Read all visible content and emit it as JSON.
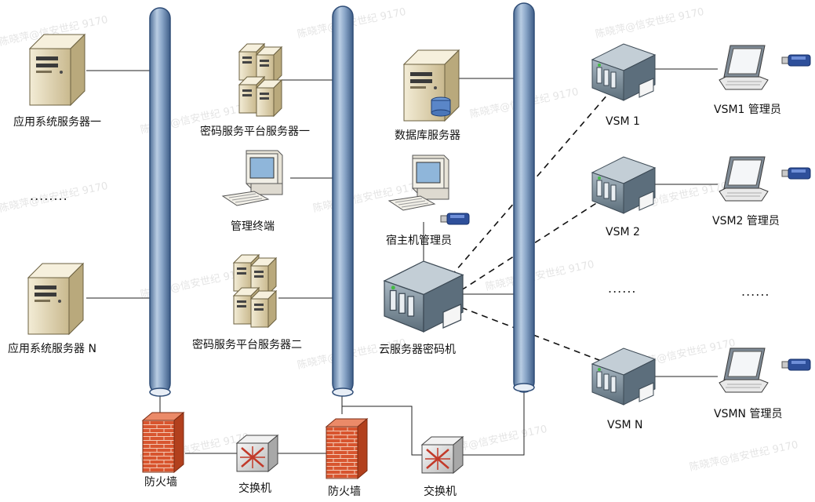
{
  "labels": {
    "app_server_1": "应用系统服务器一",
    "app_dots": "........",
    "app_server_n": "应用系统服务器 N",
    "crypto_server_1": "密码服务平台服务器一",
    "mgmt_terminal": "管理终端",
    "crypto_server_2": "密码服务平台服务器二",
    "db_server": "数据库服务器",
    "host_admin": "宿主机管理员",
    "cloud_hsm": "云服务器密码机",
    "firewall_1": "防火墙",
    "switch_1": "交换机",
    "firewall_2": "防火墙",
    "switch_2": "交换机",
    "vsm_1": "VSM 1",
    "vsm_2": "VSM 2",
    "vsm_n": "VSM N",
    "vsm_dots": "......",
    "vsm1_admin": "VSM1 管理员",
    "vsm2_admin": "VSM2 管理员",
    "vsmn_admin": "VSMN 管理员",
    "admin_dots": "......"
  },
  "watermark": "陈晓萍@信安世纪 9170",
  "colors": {
    "bus": "#7f9fc4",
    "firewall": "#d9603a",
    "hsm": "#6f8595",
    "server": "#e6dcc0"
  }
}
